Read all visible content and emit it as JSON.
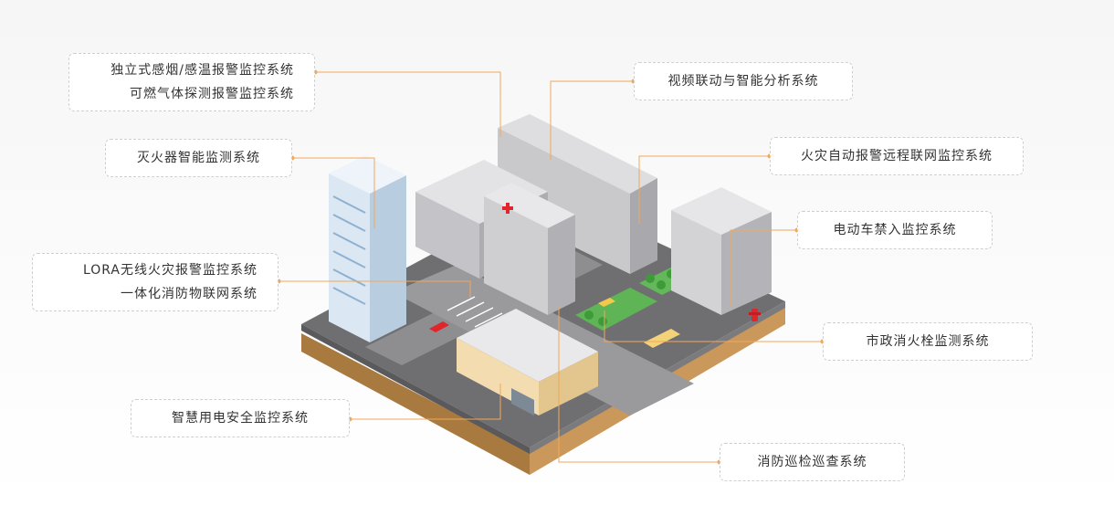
{
  "labels": {
    "smoke_line1": "独立式感烟/感温报警监控系统",
    "smoke_line2": "可燃气体探测报警监控系统",
    "extinguisher": "灭火器智能监测系统",
    "lora_line1": "LORA无线火灾报警监控系统",
    "lora_line2": "一体化消防物联网系统",
    "electric": "智慧用电安全监控系统",
    "video": "视频联动与智能分析系统",
    "remote": "火灾自动报警远程联网监控系统",
    "ebike": "电动车禁入监控系统",
    "hydrant": "市政消火栓监测系统",
    "patrol": "消防巡检巡查系统"
  },
  "colors": {
    "leader": "#f2a75a",
    "ground_soil": "#b98a4e",
    "road": "#8d8d8d",
    "grass": "#5fb455",
    "building_blue": "#d9e6f2",
    "building_gray": "#c9c9cc",
    "shop": "#f3dcb0",
    "cross": "#e0262a"
  },
  "icons": [
    "hospital-cross-icon",
    "fire-hydrant-icon",
    "car-icon",
    "bus-icon",
    "tree-icon"
  ]
}
